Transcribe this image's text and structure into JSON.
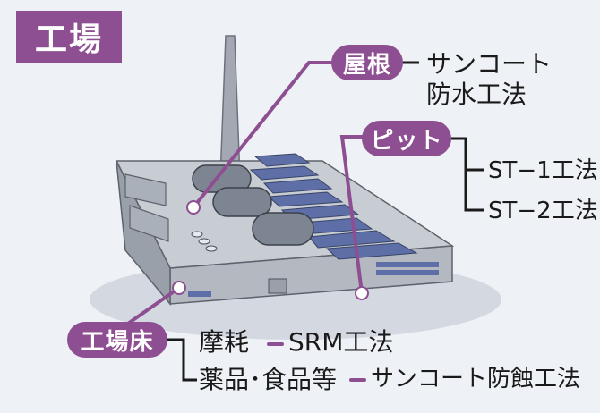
{
  "title": "工場",
  "labels": {
    "roof": "屋根",
    "pit": "ピット",
    "floor": "工場床"
  },
  "methods": {
    "roof_line1": "サンコート",
    "roof_line2": "防水工法",
    "pit_1": "ST−1工法",
    "pit_2": "ST−2工法",
    "floor_wear": "摩耗",
    "floor_wear_method": "SRM工法",
    "floor_chem": "薬品･食品等",
    "floor_chem_method": "サンコート防蝕工法"
  },
  "colors": {
    "accent": "#8e4f92",
    "text": "#1a1a1a"
  }
}
